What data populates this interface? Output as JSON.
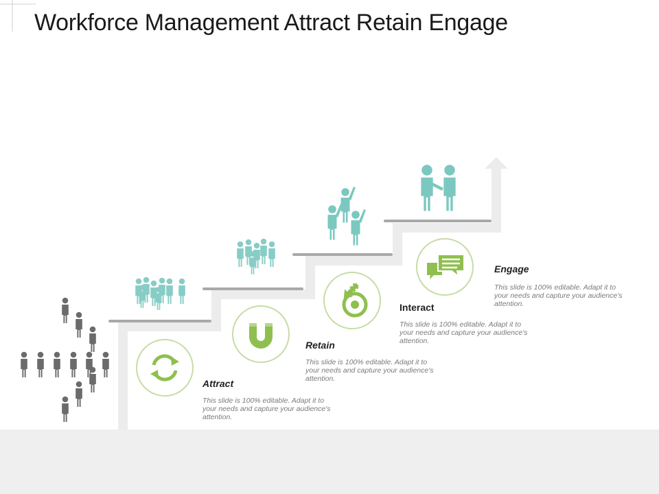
{
  "slide": {
    "title": "Workforce Management Attract Retain Engage"
  },
  "steps": [
    {
      "label": "Attract",
      "icon": "refresh-cycle-icon",
      "description": "This slide is 100% editable. Adapt it to your needs and capture your audience's attention."
    },
    {
      "label": "Retain",
      "icon": "magnet-icon",
      "description": "This slide is 100% editable. Adapt it to your needs and capture your audience's attention."
    },
    {
      "label": "Interact",
      "icon": "target-arrow-icon",
      "description": "This slide is 100% editable. Adapt it to your needs and capture your audience's attention."
    },
    {
      "label": "Engage",
      "icon": "chat-bubbles-icon",
      "description": "This slide is 100% editable. Adapt it to your needs and capture your audience's attention."
    }
  ],
  "colors": {
    "accent_green": "#8fbf4f",
    "circle_border": "#c6dca6",
    "people_teal": "#7bc8c0",
    "people_gray": "#6b6b6b",
    "stair_line": "#a9a9a9",
    "stair_fill": "#ececec"
  }
}
